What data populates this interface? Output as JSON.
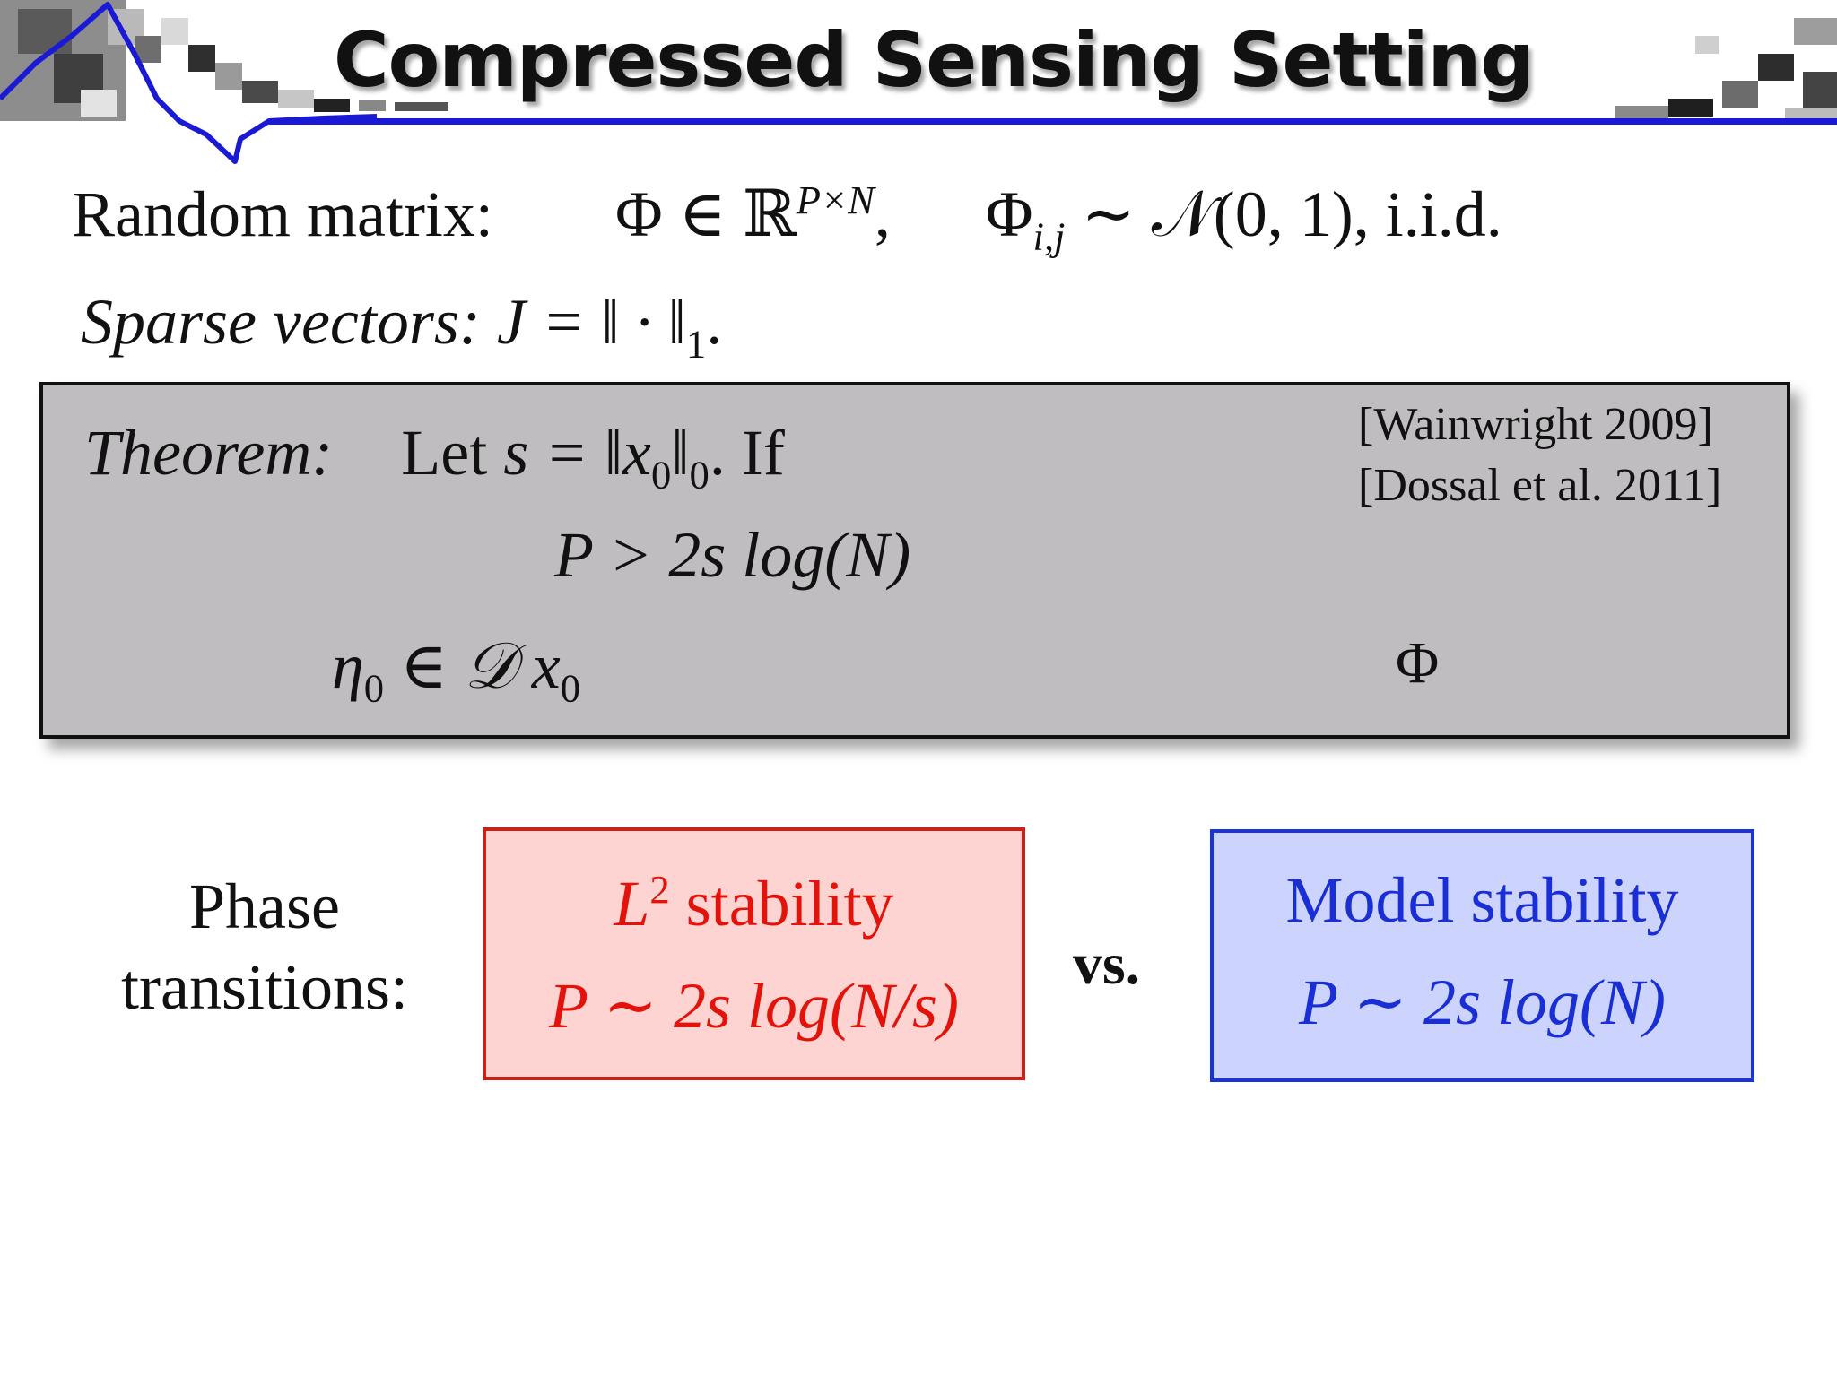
{
  "title": "Compressed Sensing Setting",
  "random_matrix": {
    "label": "Random matrix:",
    "phi": "Φ",
    "in": "∈",
    "reals": "ℝ",
    "dims": "P×N",
    "comma": ",",
    "phi_ij": "Φ",
    "ij": "i,j",
    "dist": "∼ 𝒩(0, 1), i.i.d."
  },
  "sparse": {
    "label": "Sparse vectors:",
    "expr": "J = ‖ · ‖",
    "sub": "1",
    "dot": "."
  },
  "theorem": {
    "label": "Theorem:",
    "let": "Let",
    "s_expr": "s = ‖x",
    "s_sub0": "0",
    "norm_close": "‖",
    "norm_sub0": "0",
    "if": ". If",
    "condition": "P > 2s log(N)",
    "eta": "η",
    "eta_sub": "0",
    "in_d": "∈ 𝒟  x",
    "x_sub": "0",
    "phi": "Φ",
    "refs": [
      "[Wainwright 2009]",
      "[Dossal et al. 2011]"
    ]
  },
  "phase": {
    "label_line1": "Phase",
    "label_line2": "transitions:"
  },
  "l2_box": {
    "L": "L",
    "exp": "2",
    "word": "stability",
    "formula": "P ∼ 2s log(N/s)"
  },
  "vs": "vs.",
  "model_box": {
    "title": "Model stability",
    "formula": "P ∼ 2s log(N)"
  },
  "colors": {
    "title_underline": "#1a1ad6",
    "red": "#e3130b",
    "blue": "#1a2ed6",
    "theorem_bg": "#bfbdbf"
  }
}
